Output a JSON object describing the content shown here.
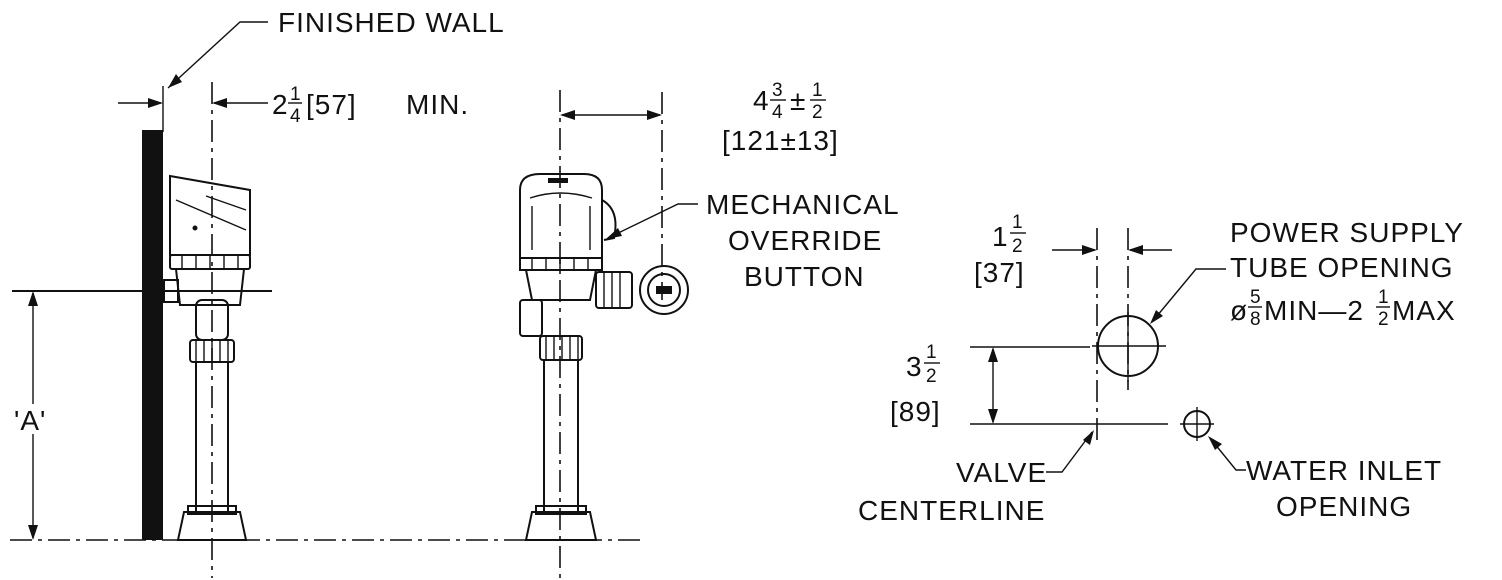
{
  "labels": {
    "finished_wall": "FINISHED WALL",
    "min_clearance_whole": "2",
    "min_clearance_num": "1",
    "min_clearance_den": "4",
    "min_clearance_mm": "[57]",
    "min_clearance_suffix": "MIN.",
    "offset_whole": "4",
    "offset_num": "3",
    "offset_den": "4",
    "offset_pm": "±",
    "offset_tol_num": "1",
    "offset_tol_den": "2",
    "offset_mm": "[121±13]",
    "override_line1": "MECHANICAL",
    "override_line2": "OVERRIDE",
    "override_line3": "BUTTON",
    "a_dim": "'A'",
    "lateral_whole": "1",
    "lateral_num": "1",
    "lateral_den": "2",
    "lateral_mm": "[37]",
    "vertical_whole": "3",
    "vertical_num": "1",
    "vertical_den": "2",
    "vertical_mm": "[89]",
    "power_line1": "POWER SUPPLY",
    "power_line2": "TUBE OPENING",
    "power_line3_dia": "ø",
    "power_line3_num": "5",
    "power_line3_den": "8",
    "power_line3_mid": "MIN—2",
    "power_line3_num2": "1",
    "power_line3_den2": "2",
    "power_line3_end": "MAX",
    "valve_line1": "VALVE",
    "valve_line2": "CENTERLINE",
    "water_line1": "WATER INLET",
    "water_line2": "OPENING"
  }
}
